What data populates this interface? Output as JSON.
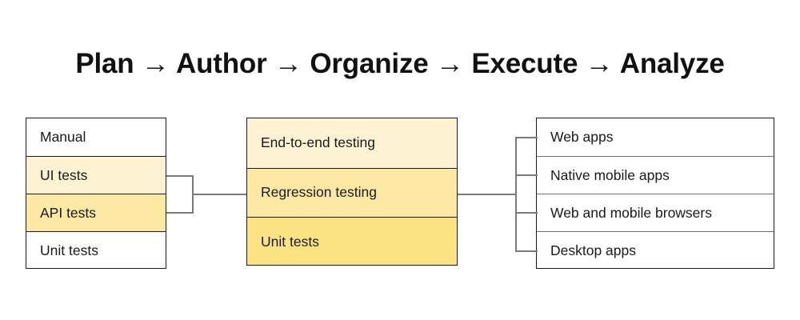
{
  "title": "Plan → Author → Organize → Execute → Analyze",
  "colors": {
    "yellow_lightest": "#FDF3D3",
    "yellow_light": "#FDEFC6",
    "yellow_medium": "#FDE9A4",
    "yellow_dark": "#FCE382",
    "white": "#FFFFFF",
    "border_dark": "#1A1A1A",
    "border_light": "#6D6D6D",
    "connector": "#7A7A7A",
    "text": "#1A1A1A"
  },
  "left_stack": {
    "name": "test-type-stack",
    "rows": [
      {
        "label": "Manual",
        "fill": "#FFFFFF"
      },
      {
        "label": "UI tests",
        "fill": "#FDF3D3"
      },
      {
        "label": "API tests",
        "fill": "#FDE9A4"
      },
      {
        "label": "Unit tests",
        "fill": "#FFFFFF"
      }
    ]
  },
  "middle_stack": {
    "name": "test-level-stack",
    "rows": [
      {
        "label": "End-to-end testing",
        "fill": "#FDF3D3"
      },
      {
        "label": "Regression testing",
        "fill": "#FDE9A4"
      },
      {
        "label": "Unit tests",
        "fill": "#FCE382"
      }
    ]
  },
  "right_stack": {
    "name": "target-platform-stack",
    "rows": [
      {
        "label": "Web apps",
        "fill": "#FFFFFF"
      },
      {
        "label": "Native mobile apps",
        "fill": "#FFFFFF"
      },
      {
        "label": "Web and mobile browsers",
        "fill": "#FFFFFF"
      },
      {
        "label": "Desktop apps",
        "fill": "#FFFFFF"
      }
    ]
  },
  "connectors": {
    "left_bracket_label": "left-merge-bracket",
    "right_bracket_label": "right-fanout-bracket"
  }
}
